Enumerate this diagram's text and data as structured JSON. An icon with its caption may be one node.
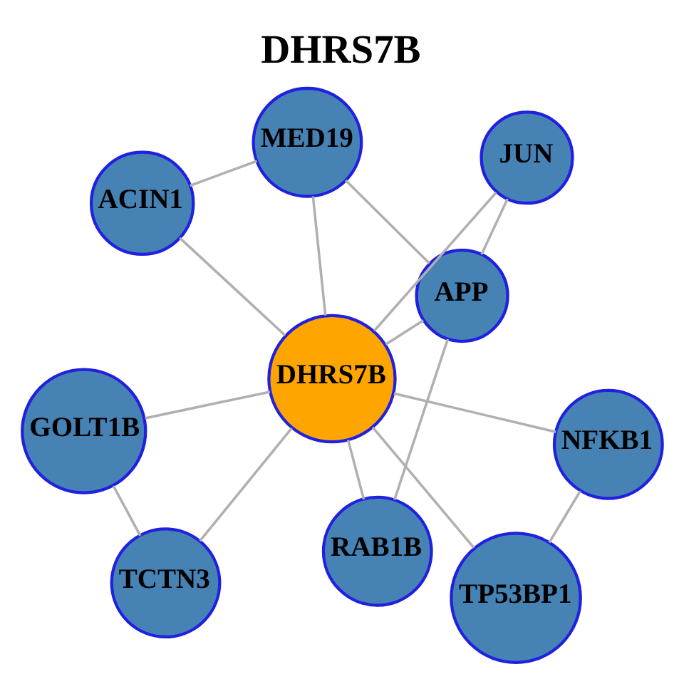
{
  "diagram": {
    "title": "DHRS7B",
    "nodes": [
      {
        "text": [
          "GOLT1B"
        ]
      },
      {
        "text": [
          "TCTN3"
        ]
      },
      {
        "text": [
          "TP53BP1"
        ]
      },
      {
        "text": [
          "ACIN1"
        ]
      },
      {
        "text": [
          "DHRS7B"
        ]
      },
      {
        "text": [
          "NFKB1"
        ]
      },
      {
        "text": [
          "MED19"
        ]
      },
      {
        "text": [
          "APP"
        ]
      },
      {
        "text": [
          "RAB1B"
        ]
      },
      {
        "text": [
          "JUN"
        ]
      }
    ],
    "edges": [
      {
        "from": 0,
        "to": 1,
        "arrow": "none"
      },
      {
        "from": 4,
        "to": 0,
        "arrow": "none"
      },
      {
        "from": 4,
        "to": 1,
        "arrow": "none"
      },
      {
        "from": 4,
        "to": 2,
        "arrow": "none"
      },
      {
        "from": 4,
        "to": 5,
        "arrow": "none"
      },
      {
        "from": 2,
        "to": 5,
        "arrow": "none"
      },
      {
        "from": 4,
        "to": 3,
        "arrow": "none"
      },
      {
        "from": 3,
        "to": 6,
        "arrow": "none"
      },
      {
        "from": 4,
        "to": 6,
        "arrow": "none"
      },
      {
        "from": 4,
        "to": 8,
        "arrow": "none"
      },
      {
        "from": 4,
        "to": 7,
        "arrow": "none"
      },
      {
        "from": 4,
        "to": 9,
        "arrow": "none"
      },
      {
        "from": 7,
        "to": 8,
        "arrow": "none"
      },
      {
        "from": 7,
        "to": 9,
        "arrow": "none"
      },
      {
        "from": 7,
        "to": 6,
        "arrow": "none"
      }
    ]
  }
}
